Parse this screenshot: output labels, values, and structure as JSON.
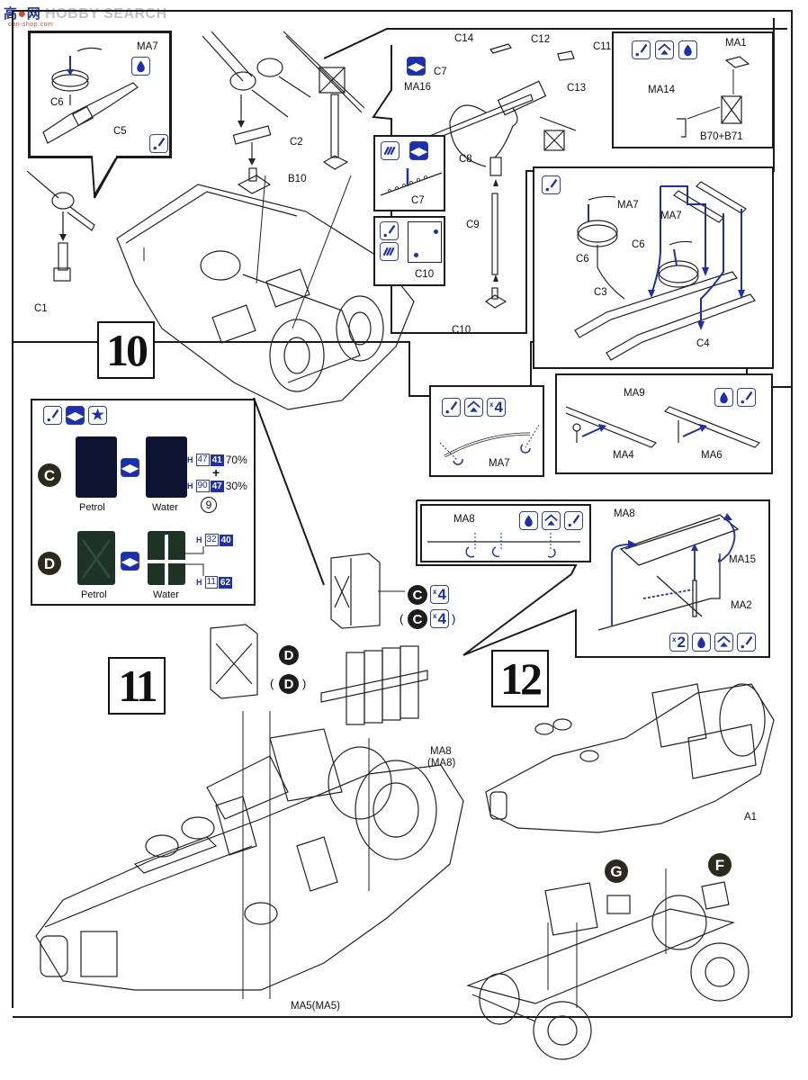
{
  "watermark": {
    "site_cn": "高",
    "site_cn2": "网",
    "brand": "HOBBY SEARCH",
    "url": "oan-shop.com"
  },
  "steps": {
    "step10": {
      "number": "10"
    },
    "step11": {
      "number": "11"
    },
    "step12": {
      "number": "12"
    }
  },
  "step10": {
    "callout_tl": {
      "labels": {
        "ma7": "MA7",
        "c6": "C6",
        "c5": "C5"
      }
    },
    "main_labels": {
      "c2": "C2",
      "b10": "B10",
      "c1": "C1"
    },
    "gun": {
      "c14": "C14",
      "c12": "C12",
      "c11": "C11",
      "c7": "C7",
      "ma16": "MA16",
      "c13": "C13",
      "c8": "C8",
      "c9": "C9",
      "c10": "C10"
    },
    "callout_c7": {
      "label": "C7"
    },
    "callout_c10": {
      "label": "C10"
    },
    "callout_tr": {
      "ma1": "MA1",
      "ma14": "MA14",
      "b70b71": "B70+B71"
    },
    "callout_right": {
      "ma7a": "MA7",
      "ma7b": "MA7",
      "c6a": "C6",
      "c6b": "C6",
      "c3": "C3",
      "c4": "C4"
    },
    "callout_ma7": {
      "label": "MA7",
      "count": "4",
      "x": "x"
    },
    "callout_ma9": {
      "ma9": "MA9",
      "ma4": "MA4",
      "ma6": "MA6"
    }
  },
  "step11": {
    "jerrycan_panel": {
      "variant_c": {
        "badge": "C",
        "left_label": "Petrol",
        "right_label": "Water",
        "paint1": {
          "h": "H",
          "a": "47",
          "b": "41",
          "pct": "70%"
        },
        "plus": "+",
        "paint2": {
          "h": "H",
          "a": "90",
          "b": "47",
          "pct": "30%"
        },
        "decal": "9"
      },
      "variant_d": {
        "badge": "D",
        "left_label": "Petrol",
        "right_label": "Water",
        "paint1": {
          "h": "H",
          "a": "32",
          "b": "40"
        },
        "paint2": {
          "h": "H",
          "a": "11",
          "b": "62"
        }
      }
    },
    "can_c": {
      "badge": "C",
      "count": "4",
      "badge_alt": "C",
      "count_alt": "4",
      "open": "(",
      "close": ")",
      "x": "x"
    },
    "can_d": {
      "badge": "D",
      "badge_alt": "D",
      "open": "(",
      "close": ")"
    },
    "ma8_label": "MA8",
    "ma8_alt_label": "(MA8)",
    "ma5_label": "MA5(MA5)",
    "callout_ma8_bend": {
      "label": "MA8"
    },
    "callout_rack": {
      "ma8": "MA8",
      "ma15": "MA15",
      "ma2": "MA2",
      "count": "2",
      "x": "x"
    }
  },
  "step12": {
    "a1": "A1",
    "badge_g": "G",
    "badge_f": "F"
  },
  "icon_colors": {
    "accent": "#1c2fb0",
    "dark_can": "#0d1330",
    "green_can": "#1c3326"
  }
}
